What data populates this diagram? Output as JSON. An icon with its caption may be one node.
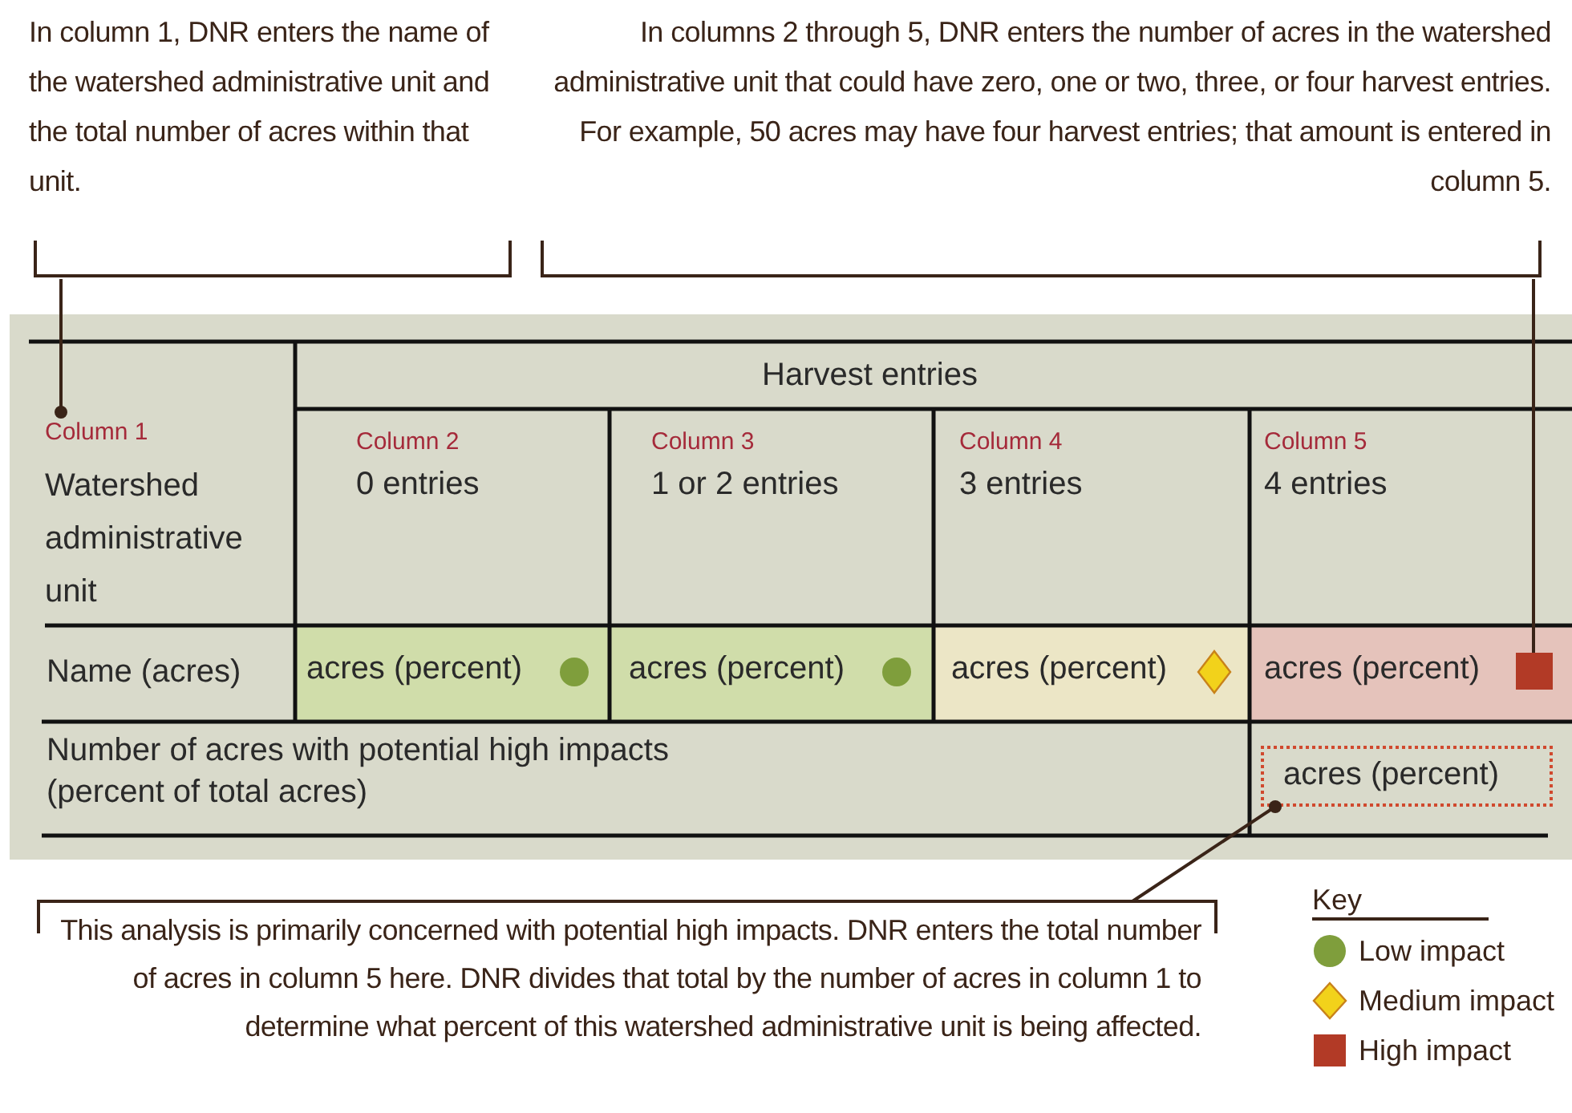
{
  "diagram": {
    "nodes": [
      {
        "text": [
          "In column 1, DNR enters the name of the watershed administrative unit and the total number of acres within that unit."
        ]
      },
      {
        "text": [
          "In columns 2 through 5, DNR enters the number of acres in the watershed administrative unit that could have zero, one or two, three, or four harvest entries. For example, 50 acres may have four harvest entries; that amount is entered in column 5."
        ]
      },
      {
        "text": [
          "This analysis is primarily concerned with potential high impacts.  DNR enters the total number of acres in column 5 here. DNR divides that total by the number of acres in column 1 to determine what percent of this watershed administrative unit is being affected."
        ]
      },
      {
        "text": [
          "Column 1",
          "Watershed administrative unit"
        ]
      },
      {
        "text": [],
        "shape": "box"
      },
      {
        "text": [
          "acres (percent)"
        ]
      }
    ],
    "edges": [
      {
        "from": 0,
        "to": 3,
        "arrow": "other"
      },
      {
        "from": 1,
        "to": 4,
        "arrow": "none"
      },
      {
        "from": 2,
        "to": 5,
        "arrow": "other"
      }
    ],
    "labels": [
      "Harvest entries",
      "Column 2",
      "0 entries",
      "Column 3",
      "1 or 2 entries",
      "Column 4",
      "3 entries",
      "Column 5",
      "4 entries",
      "Name (acres)",
      "acres (percent)",
      "acres (percent)",
      "acres (percent)",
      "acres (percent)",
      "Number of acres with potential high impacts (percent of total acres)",
      "Key"
    ],
    "legend": [
      {
        "text": "Low impact",
        "color": "#7f9e3c"
      },
      {
        "text": "Medium impact",
        "color": "#f2d21b"
      },
      {
        "text": "High impact",
        "color": "#b23a26"
      }
    ]
  }
}
